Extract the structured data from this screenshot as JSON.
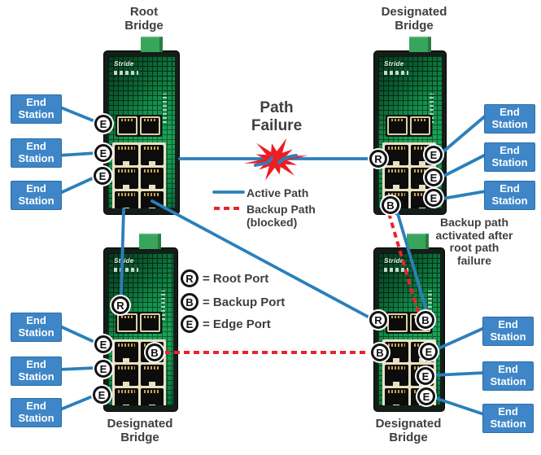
{
  "colors": {
    "active_path": "#2b80ba",
    "backup_path": "#e8232e",
    "starburst": "#ee1c23",
    "end_station_fill": "#3e86c7",
    "end_station_border": "#2a6da8",
    "end_station_text": "#ffffff",
    "label_text": "#3f3f41",
    "switch_body_dark": "#151d19",
    "mount_tab_green": "#38a55a"
  },
  "bridges": {
    "root": {
      "title_line1": "Root",
      "title_line2": "Bridge",
      "brand": "Stride",
      "ports": {
        "e1": "E",
        "e2": "E",
        "e3": "E"
      }
    },
    "top_right": {
      "title_line1": "Designated",
      "title_line2": "Bridge",
      "brand": "Stride",
      "ports": {
        "r": "R",
        "b": "B",
        "e1": "E",
        "e2": "E",
        "e3": "E"
      }
    },
    "bottom_left": {
      "title_line1": "Designated",
      "title_line2": "Bridge",
      "brand": "Stride",
      "ports": {
        "r": "R",
        "b": "B",
        "e1": "E",
        "e2": "E",
        "e3": "E"
      }
    },
    "bottom_right": {
      "title_line1": "Designated",
      "title_line2": "Bridge",
      "brand": "Stride",
      "ports": {
        "r": "R",
        "b_top": "B",
        "b_left": "B",
        "e1": "E",
        "e2": "E",
        "e3": "E"
      }
    }
  },
  "end_station": {
    "line1": "End",
    "line2": "Station"
  },
  "path_failure": {
    "line1": "Path",
    "line2": "Failure"
  },
  "legend": {
    "active_label": "Active Path",
    "backup_label": "Backup Path",
    "backup_sublabel": "(blocked)"
  },
  "port_legend": [
    {
      "symbol": "R",
      "label": "= Root Port"
    },
    {
      "symbol": "B",
      "label": "= Backup Port"
    },
    {
      "symbol": "E",
      "label": "= Edge Port"
    }
  ],
  "note": {
    "line1": "Backup path",
    "line2": "activated after",
    "line3": "root path",
    "line4": "failure"
  }
}
